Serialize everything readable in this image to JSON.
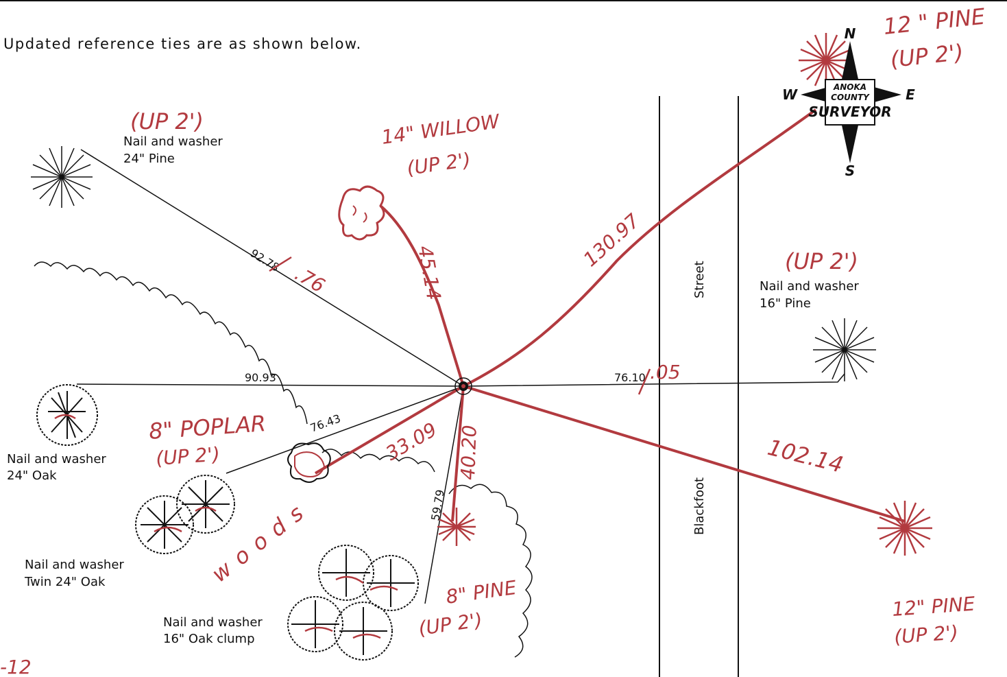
{
  "intro": "Updated reference ties are as shown below.",
  "street_name_upper": "Street",
  "street_name_lower": "Blackfoot",
  "woods_label": "woods",
  "compass": {
    "n": "N",
    "s": "S",
    "e": "E",
    "w": "W",
    "badge_line1": "ANOKA",
    "badge_line2": "COUNTY",
    "badge_line3": "SURVEYOR"
  },
  "references": {
    "pine_24": {
      "line1": "Nail and washer",
      "line2": "24\" Pine",
      "note": "(UP 2')"
    },
    "pine_16": {
      "line1": "Nail and washer",
      "line2": "16\" Pine",
      "note": "(UP 2')"
    },
    "oak_24": {
      "line1": "Nail and washer",
      "line2": "24\" Oak"
    },
    "twin_oak": {
      "line1": "Nail and washer",
      "line2": "Twin 24\" Oak"
    },
    "oak_clump": {
      "line1": "Nail and washer",
      "line2": "16\" Oak clump"
    }
  },
  "distances": {
    "d_92": "92.78",
    "d_92_fix": ".76",
    "d_90": "90.93",
    "d_76a": "76.43",
    "d_59": "59.79",
    "d_76b": "76.10",
    "d_76b_fix": ".05"
  },
  "handwritten": {
    "willow_title": "14\" WILLOW",
    "willow_note": "(UP 2')",
    "willow_dist": "45.14",
    "pine12_ne_title": "12 \" PINE",
    "pine12_ne_note": "(UP 2')",
    "pine12_ne_dist": "130.97",
    "poplar_title": "8\" POPLAR",
    "poplar_note": "(UP 2')",
    "poplar_dist": "33.09",
    "pine8_dist": "40.20",
    "pine8_title": "8\" PINE",
    "pine8_note": "(UP 2')",
    "pine12_se_dist": "102.14",
    "pine12_se_title": "12\" PINE",
    "pine12_se_note": "(UP 2')",
    "corner": "-12"
  }
}
